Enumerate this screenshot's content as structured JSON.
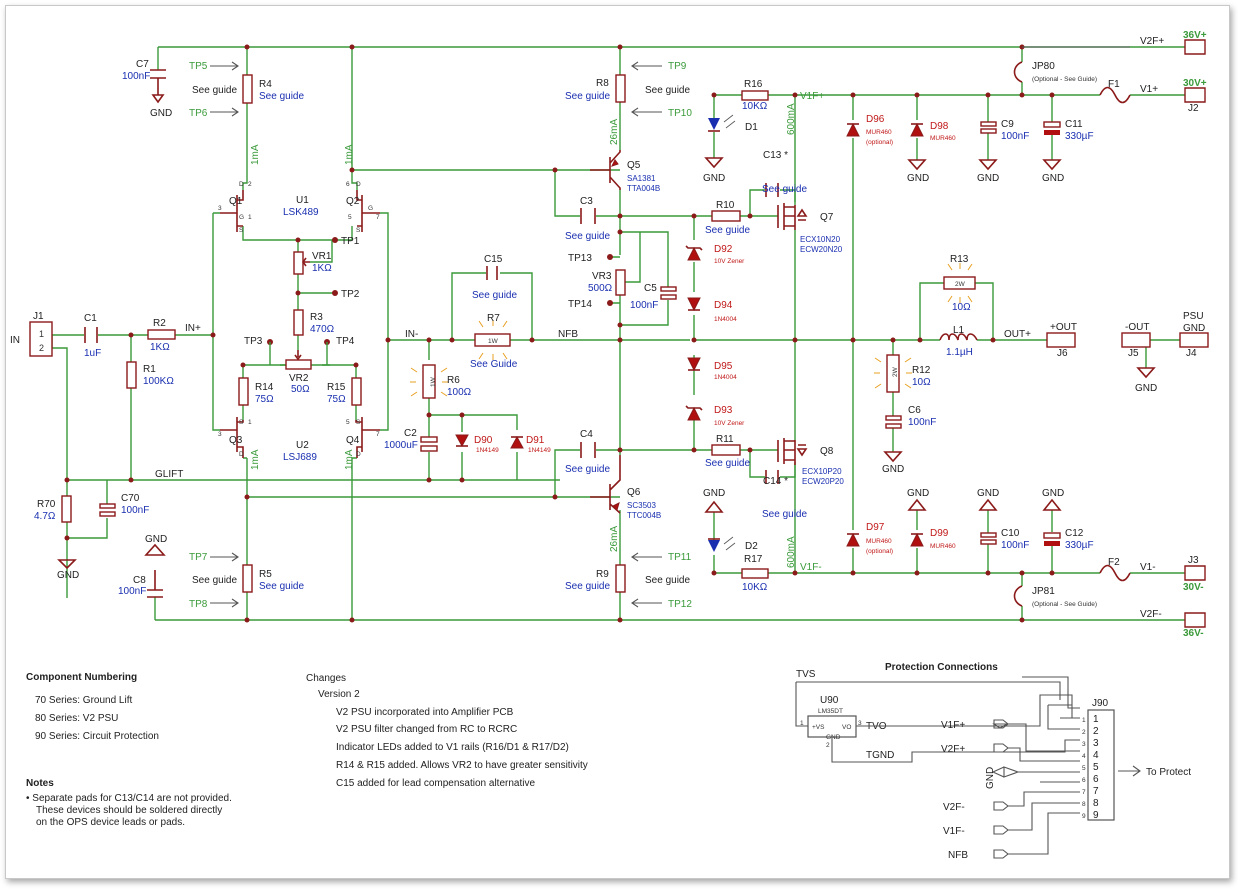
{
  "schematic": {
    "input": {
      "label": "IN",
      "connector": "J1",
      "pins": [
        "1",
        "2"
      ]
    },
    "nets": {
      "in_plus": "IN+",
      "in_minus": "IN-",
      "nfb": "NFB",
      "glift": "GLIFT",
      "out_plus_net": "OUT+",
      "v1f_plus": "V1F+",
      "v1f_minus": "V1F-",
      "v2f_plus": "V2F+",
      "v2f_minus": "V2F-",
      "v1_plus": "V1+",
      "v1_minus": "V1-"
    },
    "rails": {
      "v36_plus": "36V+",
      "v30_plus": "30V+",
      "v30_minus": "30V-",
      "v36_minus": "36V-"
    },
    "currents": {
      "i1": "1mA",
      "i2": "26mA",
      "i3": "600mA"
    },
    "gnd": "GND",
    "see_guide": "See guide",
    "see_guide_cap": "See Guide",
    "optional_see_guide": "(Optional - See Guide)",
    "optional": "(optional)",
    "pins": {
      "d": "D",
      "g": "G",
      "s": "S",
      "n1": "1",
      "n2": "2",
      "n3": "3",
      "n5": "5",
      "n6": "6",
      "n7": "7"
    },
    "power_rating": {
      "w1": "1W",
      "w2": "2W"
    },
    "components": {
      "C1": {
        "ref": "C1",
        "value": "1uF"
      },
      "R2": {
        "ref": "R2",
        "value": "1KΩ"
      },
      "R1": {
        "ref": "R1",
        "value": "100KΩ"
      },
      "C7": {
        "ref": "C7",
        "value": "100nF"
      },
      "C8": {
        "ref": "C8",
        "value": "100nF"
      },
      "R4": {
        "ref": "R4"
      },
      "R5": {
        "ref": "R5"
      },
      "U1": {
        "ref": "U1",
        "value": "LSK489"
      },
      "U2": {
        "ref": "U2",
        "value": "LSJ689"
      },
      "Q1": {
        "ref": "Q1"
      },
      "Q2": {
        "ref": "Q2"
      },
      "Q3": {
        "ref": "Q3"
      },
      "Q4": {
        "ref": "Q4"
      },
      "VR1": {
        "ref": "VR1",
        "value": "1KΩ"
      },
      "R3": {
        "ref": "R3",
        "value": "470Ω"
      },
      "VR2": {
        "ref": "VR2",
        "value": "50Ω"
      },
      "R14": {
        "ref": "R14",
        "value": "75Ω"
      },
      "R15": {
        "ref": "R15",
        "value": "75Ω"
      },
      "R70": {
        "ref": "R70",
        "value": "4.7Ω"
      },
      "C70": {
        "ref": "C70",
        "value": "100nF"
      },
      "C15": {
        "ref": "C15"
      },
      "R7": {
        "ref": "R7"
      },
      "R6": {
        "ref": "R6",
        "value": "100Ω"
      },
      "C2": {
        "ref": "C2",
        "value": "1000uF"
      },
      "D90": {
        "ref": "D90",
        "value": "1N4149"
      },
      "D91": {
        "ref": "D91",
        "value": "1N4149"
      },
      "R8": {
        "ref": "R8"
      },
      "R9": {
        "ref": "R9"
      },
      "Q5": {
        "ref": "Q5",
        "value1": "SA1381",
        "value2": "TTA004B"
      },
      "Q6": {
        "ref": "Q6",
        "value1": "SC3503",
        "value2": "TTC004B"
      },
      "C3": {
        "ref": "C3"
      },
      "C4": {
        "ref": "C4"
      },
      "VR3": {
        "ref": "VR3",
        "value": "500Ω"
      },
      "C5": {
        "ref": "C5",
        "value": "100nF"
      },
      "R16": {
        "ref": "R16",
        "value": "10KΩ"
      },
      "R17": {
        "ref": "R17",
        "value": "10KΩ"
      },
      "D1": {
        "ref": "D1"
      },
      "D2": {
        "ref": "D2"
      },
      "R10": {
        "ref": "R10"
      },
      "R11": {
        "ref": "R11"
      },
      "C13": {
        "ref": "C13 *"
      },
      "C14": {
        "ref": "C14 *"
      },
      "D92": {
        "ref": "D92",
        "value": "10V Zener"
      },
      "D93": {
        "ref": "D93",
        "value": "10V Zener"
      },
      "D94": {
        "ref": "D94",
        "value": "1N4004"
      },
      "D95": {
        "ref": "D95",
        "value": "1N4004"
      },
      "Q7": {
        "ref": "Q7",
        "value1": "ECX10N20",
        "value2": "ECW20N20"
      },
      "Q8": {
        "ref": "Q8",
        "value1": "ECX10P20",
        "value2": "ECW20P20"
      },
      "D96": {
        "ref": "D96",
        "value": "MUR460"
      },
      "D97": {
        "ref": "D97",
        "value": "MUR460"
      },
      "D98": {
        "ref": "D98",
        "value": "MUR460"
      },
      "D99": {
        "ref": "D99",
        "value": "MUR460"
      },
      "C9": {
        "ref": "C9",
        "value": "100nF"
      },
      "C10": {
        "ref": "C10",
        "value": "100nF"
      },
      "C11": {
        "ref": "C11",
        "value": "330µF"
      },
      "C12": {
        "ref": "C12",
        "value": "330µF"
      },
      "JP80": {
        "ref": "JP80"
      },
      "JP81": {
        "ref": "JP81"
      },
      "F1": {
        "ref": "F1"
      },
      "F2": {
        "ref": "F2"
      },
      "J2": {
        "ref": "J2"
      },
      "J3": {
        "ref": "J3"
      },
      "R13": {
        "ref": "R13",
        "value": "10Ω"
      },
      "L1": {
        "ref": "L1",
        "value": "1.1µH"
      },
      "R12": {
        "ref": "R12",
        "value": "10Ω"
      },
      "C6": {
        "ref": "C6",
        "value": "100nF"
      },
      "J6": {
        "ref": "J6",
        "label": "+OUT"
      },
      "J5": {
        "ref": "J5",
        "label": "-OUT"
      },
      "J4": {
        "ref": "J4",
        "label1": "PSU",
        "label2": "GND"
      }
    },
    "test_points": {
      "TP1": "TP1",
      "TP2": "TP2",
      "TP3": "TP3",
      "TP4": "TP4",
      "TP5": "TP5",
      "TP6": "TP6",
      "TP7": "TP7",
      "TP8": "TP8",
      "TP9": "TP9",
      "TP10": "TP10",
      "TP11": "TP11",
      "TP12": "TP12",
      "TP13": "TP13",
      "TP14": "TP14"
    }
  },
  "numbering": {
    "title": "Component Numbering",
    "items": [
      "70 Series: Ground Lift",
      "80 Series: V2 PSU",
      "90 Series:  Circuit Protection"
    ]
  },
  "notes": {
    "title": "Notes",
    "lines": [
      "•  Separate pads for C13/C14 are not provided.",
      "These devices should be soldered directly",
      "on the OPS device leads or pads."
    ]
  },
  "changes": {
    "title": "Changes",
    "version": "Version 2",
    "items": [
      "V2 PSU incorporated into Amplifier PCB",
      "V2 PSU filter changed from RC to RCRC",
      "Indicator LEDs added to V1 rails (R16/D1 & R17/D2)",
      "R14 & R15 added.  Allows VR2 to have greater sensitivity",
      "C15 added for lead compensation alternative"
    ]
  },
  "protection": {
    "title": "Protection Connections",
    "tvs": "TVS",
    "tvo": "TVO",
    "tgnd": "TGND",
    "u90_ref": "U90",
    "u90_part": "LM35DT",
    "u90_vs": "+VS",
    "u90_vo": "VO",
    "u90_gnd": "GND",
    "u90_p1": "1",
    "u90_p2": "2",
    "u90_p3": "3",
    "j90_ref": "J90",
    "j90_pins": [
      "1",
      "2",
      "3",
      "4",
      "5",
      "6",
      "7",
      "8",
      "9"
    ],
    "j90_left_pins": [
      "1",
      "2",
      "3",
      "4",
      "5",
      "6",
      "7",
      "8",
      "9"
    ],
    "inputs": [
      "V1F+",
      "V2F+",
      "GND",
      "V2F-",
      "V1F-",
      "NFB"
    ],
    "to_protect": "To Protect"
  }
}
